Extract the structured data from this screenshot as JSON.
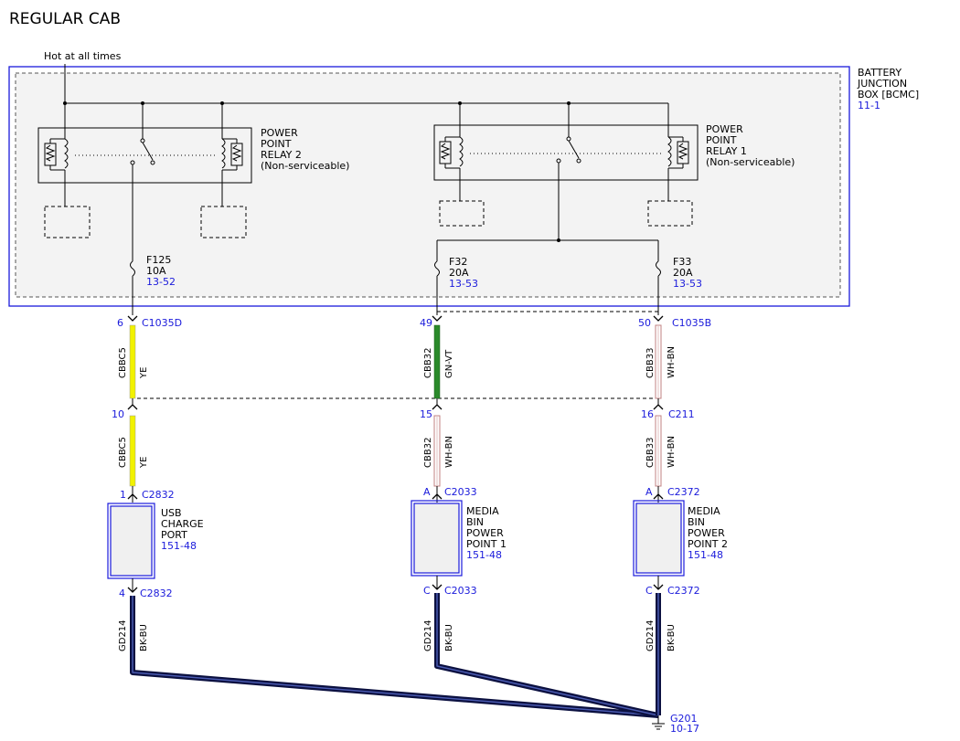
{
  "title": "REGULAR CAB",
  "hot_label": "Hot at all times",
  "colors": {
    "box_outline": "#1a1adb",
    "ref_text": "#1a1adb",
    "yellow": "#f2f200",
    "green": "#2a8a2a",
    "wh_bn": "#c8a8a8",
    "ground": "#0b1040"
  },
  "bjb": {
    "lines": [
      "BATTERY",
      "JUNCTION",
      "BOX [BCMC]"
    ],
    "ref": "11-1"
  },
  "relay2": {
    "lines": [
      "POWER",
      "POINT",
      "RELAY 2",
      "(Non-serviceable)"
    ]
  },
  "relay1": {
    "lines": [
      "POWER",
      "POINT",
      "RELAY 1",
      "(Non-serviceable)"
    ]
  },
  "fuses": [
    {
      "name": "F125",
      "rating": "10A",
      "ref": "13-52"
    },
    {
      "name": "F32",
      "rating": "20A",
      "ref": "13-53"
    },
    {
      "name": "F33",
      "rating": "20A",
      "ref": "13-53"
    }
  ],
  "connectors": {
    "c1035d": {
      "pin": "6",
      "name": "C1035D"
    },
    "c1035_mid": {
      "pin": "49"
    },
    "c1035b": {
      "pin": "50",
      "name": "C1035B"
    },
    "c211_l": {
      "pin": "10"
    },
    "c211_m": {
      "pin": "15"
    },
    "c211_r": {
      "pin": "16",
      "name": "C211"
    },
    "c2832_in": {
      "pin": "1",
      "name": "C2832"
    },
    "c2033_in": {
      "pin": "A",
      "name": "C2033"
    },
    "c2372_in": {
      "pin": "A",
      "name": "C2372"
    },
    "c2832_out": {
      "pin": "4",
      "name": "C2832"
    },
    "c2033_out": {
      "pin": "C",
      "name": "C2033"
    },
    "c2372_out": {
      "pin": "C",
      "name": "C2372"
    }
  },
  "wires": {
    "w1_upper": {
      "circuit": "CBBC5",
      "color": "YE"
    },
    "w2_upper": {
      "circuit": "CBB32",
      "color": "GN-VT"
    },
    "w3_upper": {
      "circuit": "CBB33",
      "color": "WH-BN"
    },
    "w1_lower": {
      "circuit": "CBBC5",
      "color": "YE"
    },
    "w2_lower": {
      "circuit": "CBB32",
      "color": "WH-BN"
    },
    "w3_lower": {
      "circuit": "CBB33",
      "color": "WH-BN"
    },
    "g1": {
      "circuit": "GD214",
      "color": "BK-BU"
    },
    "g2": {
      "circuit": "GD214",
      "color": "BK-BU"
    },
    "g3": {
      "circuit": "GD214",
      "color": "BK-BU"
    }
  },
  "components": {
    "usb": {
      "lines": [
        "USB",
        "CHARGE",
        "PORT"
      ],
      "ref": "151-48"
    },
    "media1": {
      "lines": [
        "MEDIA",
        "BIN",
        "POWER",
        "POINT 1"
      ],
      "ref": "151-48"
    },
    "media2": {
      "lines": [
        "MEDIA",
        "BIN",
        "POWER",
        "POINT 2"
      ],
      "ref": "151-48"
    }
  },
  "ground": {
    "name": "G201",
    "ref": "10-17"
  }
}
